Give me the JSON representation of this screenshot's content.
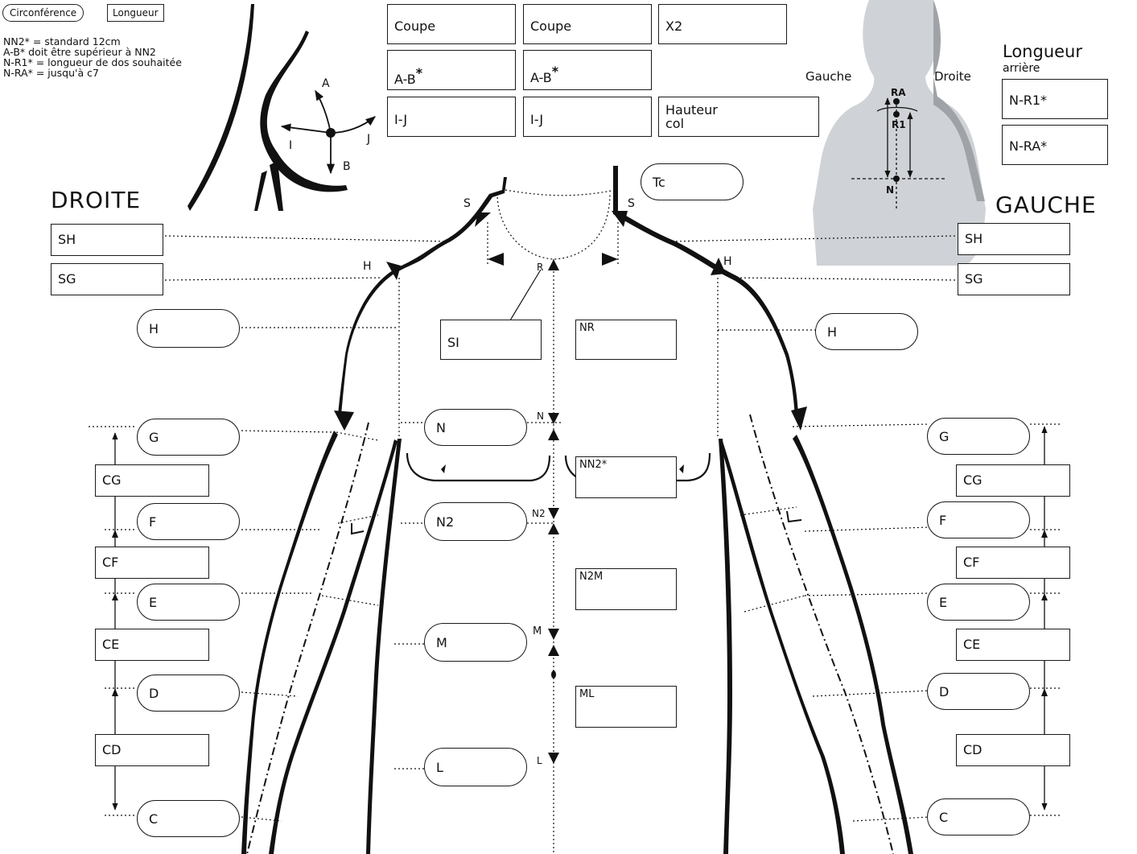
{
  "legend": {
    "circumference": "Circonférence",
    "length": "Longueur"
  },
  "notes": [
    "NN2* = standard 12cm",
    "A-B* doit être supérieur à NN2",
    "N-R1* = longueur de dos souhaitée",
    "N-RA* = jusqu'à c7"
  ],
  "side_titles": {
    "left": "DROITE",
    "right": "GAUCHE"
  },
  "top_grid": {
    "coupe_1": "Coupe",
    "coupe_2": "Coupe",
    "x2": "X2",
    "ab_1": "A-B",
    "ab_2": "A-B",
    "asterisk": "*",
    "ij_1": "I-J",
    "ij_2": "I-J",
    "hauteur_col_line1": "Hauteur",
    "hauteur_col_line2": "col"
  },
  "back_view": {
    "gauche": "Gauche",
    "droite": "Droite",
    "length_title": "Longueur",
    "length_subtitle": "arrière",
    "n_r1": "N-R1*",
    "n_ra": "N-RA*",
    "ra": "RA",
    "r1": "R1",
    "n": "N"
  },
  "neck_detail": {
    "a": "A",
    "b": "B",
    "i": "I",
    "j": "J"
  },
  "torso": {
    "tc": "Tc",
    "s_left": "S",
    "s_right": "S",
    "r": "R",
    "si": "SI",
    "nr": "NR",
    "h_left": "H",
    "h_right": "H",
    "n": "N",
    "nn2": "NN2*",
    "n2": "N2",
    "n2m": "N2M",
    "m": "M",
    "ml": "ML",
    "l": "L",
    "mark_n": "N",
    "mark_n2": "N2",
    "mark_m": "M",
    "mark_l": "L"
  },
  "left_side": {
    "sh": "SH",
    "sg": "SG",
    "h": "H",
    "g": "G",
    "cg": "CG",
    "f": "F",
    "cf": "CF",
    "e": "E",
    "ce": "CE",
    "d": "D",
    "cd": "CD",
    "c": "C"
  },
  "right_side": {
    "sh": "SH",
    "sg": "SG",
    "h": "H",
    "g": "G",
    "cg": "CG",
    "f": "F",
    "cf": "CF",
    "e": "E",
    "ce": "CE",
    "d": "D",
    "cd": "CD",
    "c": "C"
  }
}
